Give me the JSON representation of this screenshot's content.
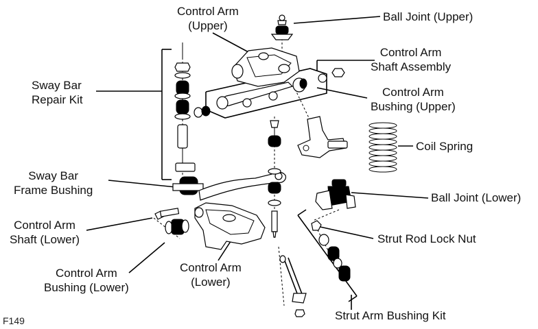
{
  "labels": {
    "control_arm_upper": [
      "Control Arm",
      "(Upper)"
    ],
    "ball_joint_upper": [
      "Ball Joint (Upper)"
    ],
    "control_arm_shaft_assembly": [
      "Control Arm",
      "Shaft Assembly"
    ],
    "control_arm_bushing_upper": [
      "Control Arm",
      "Bushing (Upper)"
    ],
    "sway_bar_repair_kit": [
      "Sway Bar",
      "Repair Kit"
    ],
    "coil_spring": [
      "Coil Spring"
    ],
    "sway_bar_frame_bushing": [
      "Sway Bar",
      "Frame Bushing"
    ],
    "ball_joint_lower": [
      "Ball Joint (Lower)"
    ],
    "control_arm_shaft_lower": [
      "Control Arm",
      "Shaft (Lower)"
    ],
    "strut_rod_lock_nut": [
      "Strut Rod Lock Nut"
    ],
    "control_arm_bushing_lower": [
      "Control Arm",
      "Bushing (Lower)"
    ],
    "control_arm_lower": [
      "Control Arm",
      "(Lower)"
    ],
    "strut_arm_bushing_kit": [
      "Strut Arm Bushing Kit"
    ]
  },
  "figure_code": "F149"
}
